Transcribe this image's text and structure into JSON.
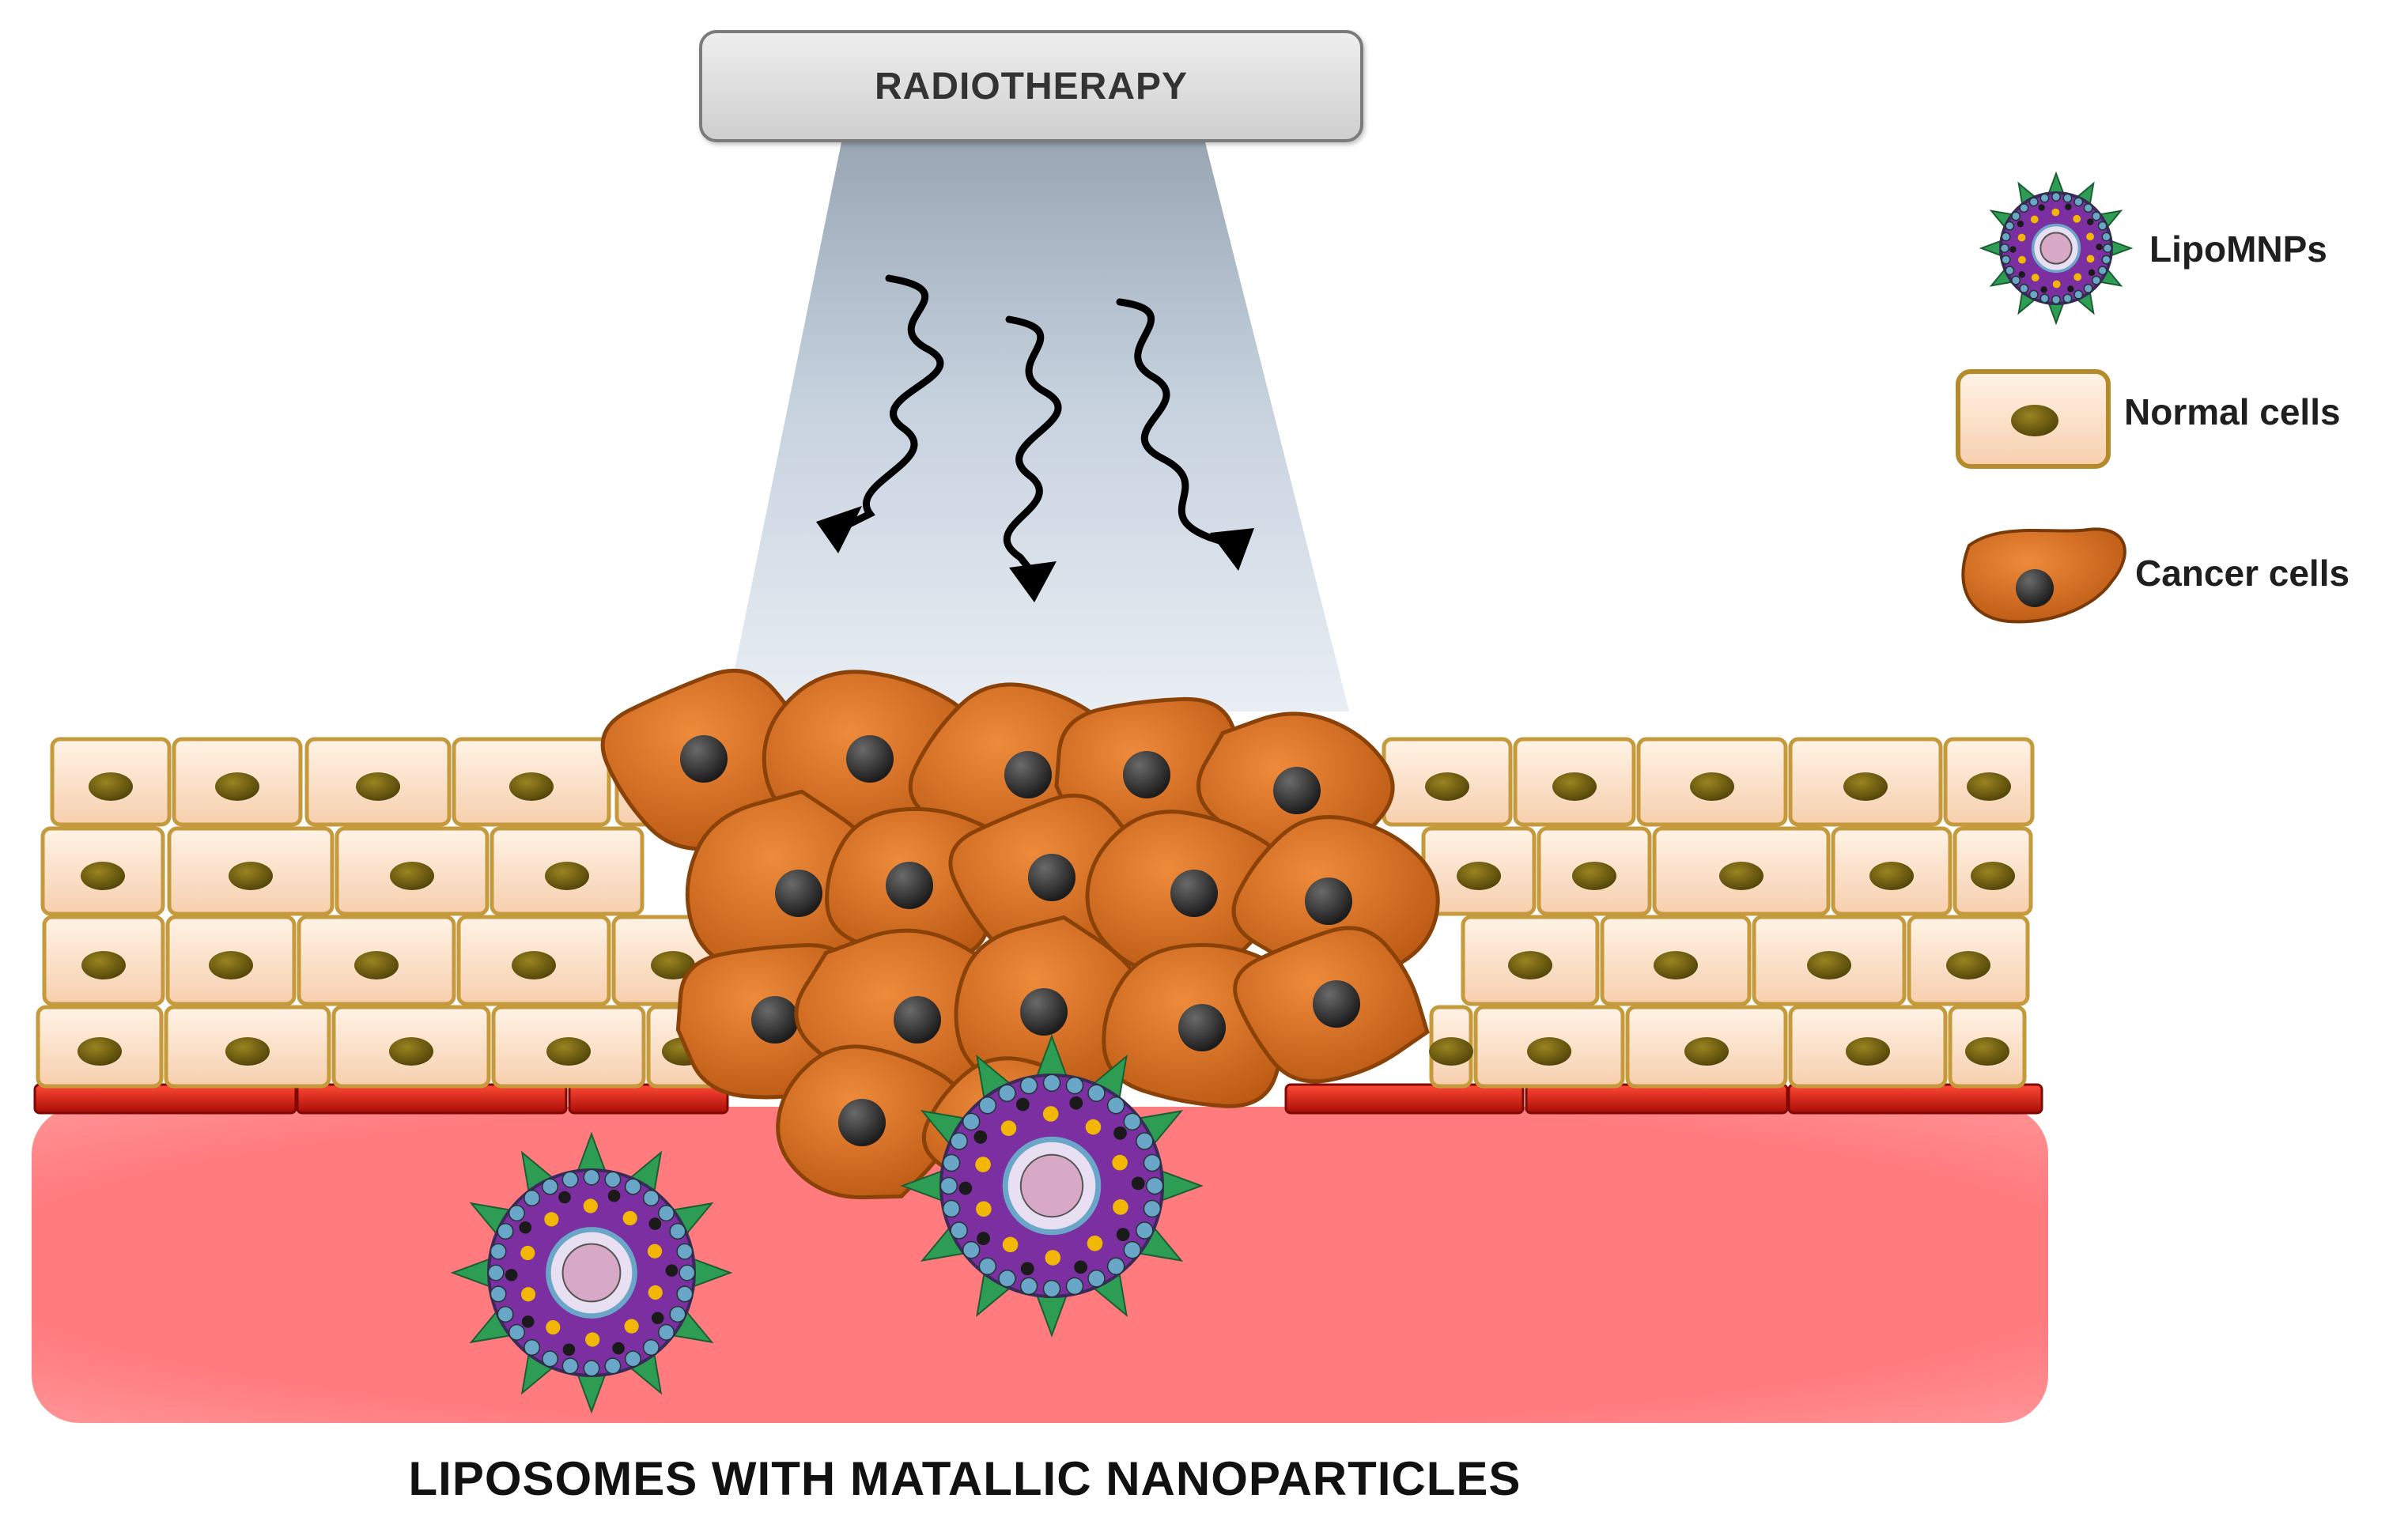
{
  "header": {
    "label": "RADIOTHERAPY"
  },
  "legend": [
    {
      "key": "lipo",
      "label": "LipoMNPs"
    },
    {
      "key": "normal",
      "label": "Normal cells"
    },
    {
      "key": "cancer",
      "label": "Cancer cells"
    }
  ],
  "caption": "LIPOSOMES WITH MATALLIC NANOPARTICLES",
  "colors": {
    "normal_cell": "#fbdcc3",
    "normal_cell_border": "#c9a24a",
    "nucleus": "#6b5a10",
    "cancer_cell": "#d2691e",
    "cancer_nucleus": "#2e2e2e",
    "vessel": "#ff7b7e",
    "membrane": "#c0120c",
    "lipo_core": "#7b2fa0",
    "lipo_spike": "#2e9d54",
    "beam": "#aebdd2"
  },
  "icons": [
    "wavy-arrow-icon",
    "liposome-icon",
    "normal-cell-icon",
    "cancer-cell-icon"
  ]
}
